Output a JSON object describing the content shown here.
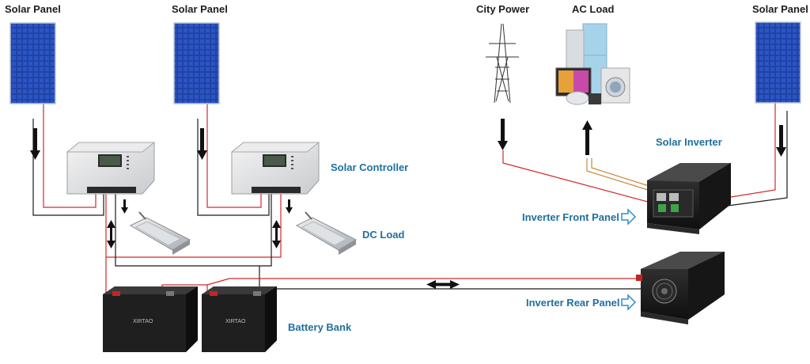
{
  "labels": {
    "solar_panel_1": "Solar Panel",
    "solar_panel_2": "Solar Panel",
    "solar_panel_3": "Solar Panel",
    "city_power": "City Power",
    "ac_load": "AC Load",
    "solar_inverter": "Solar Inverter",
    "solar_controller": "Solar Controller",
    "dc_load": "DC Load",
    "inverter_front_panel": "Inverter Front Panel",
    "inverter_rear_panel": "Inverter Rear Panel",
    "battery_bank": "Battery Bank"
  },
  "battery": {
    "brand": "XIRTAO"
  },
  "colors": {
    "label_dark": "#1d1d1d",
    "label_blue": "#1f6f9f",
    "wire_red": "#d22a2a",
    "wire_black": "#1a1a1a",
    "wire_orange": "#c98a3a",
    "panel_blue": "#1f3fa0"
  }
}
